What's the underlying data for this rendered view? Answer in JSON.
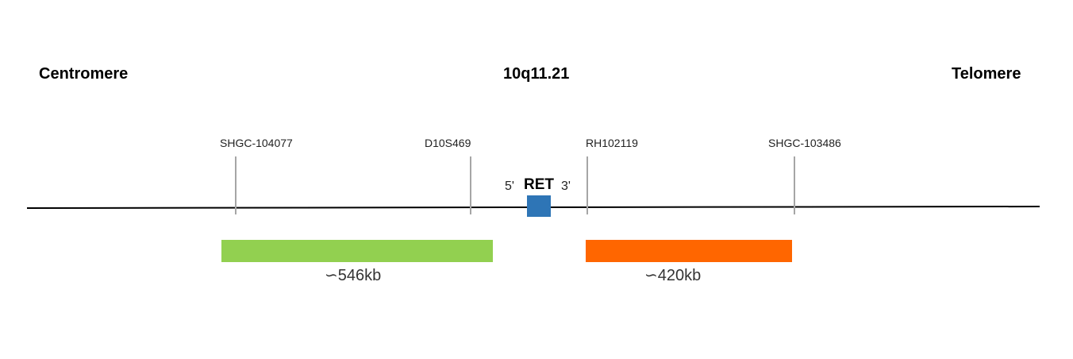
{
  "header": {
    "left": "Centromere",
    "center": "10q11.21",
    "right": "Telomere"
  },
  "markers": [
    {
      "name": "SHGC-104077"
    },
    {
      "name": "D10S469"
    },
    {
      "name": "RH102119"
    },
    {
      "name": "SHGC-103486"
    }
  ],
  "gene": {
    "name": "RET",
    "five_prime": "5'",
    "three_prime": "3'",
    "color": "#2e75b6"
  },
  "probes": [
    {
      "size": "∽546kb",
      "color": "#92d050"
    },
    {
      "size": "∽420kb",
      "color": "#ff6600"
    }
  ],
  "colors": {
    "chromosome_line": "#000000",
    "marker_tick": "#a6a6a6"
  }
}
